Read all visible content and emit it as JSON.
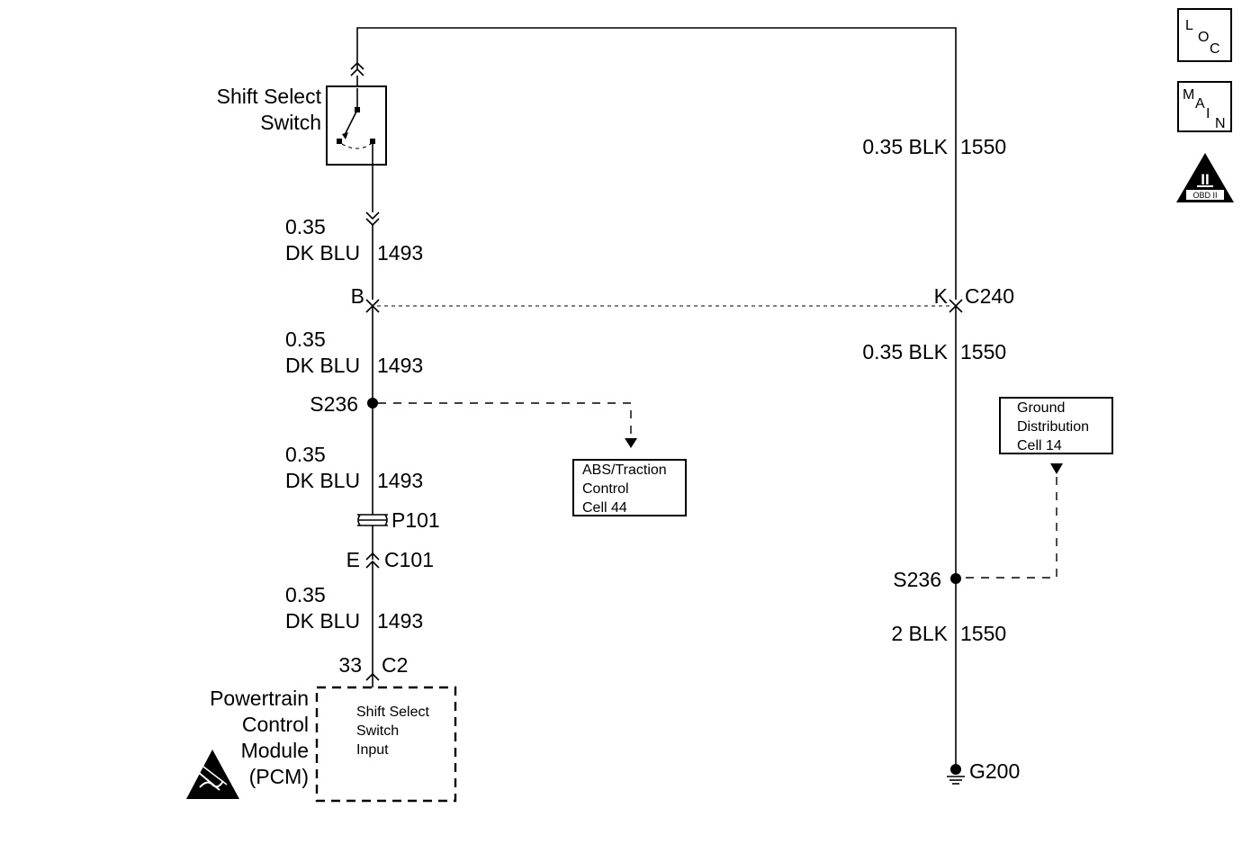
{
  "icons": {
    "loc": [
      "L",
      "O",
      "C"
    ],
    "main": [
      "M",
      "A",
      "I",
      "N"
    ],
    "obd": {
      "roman": "II",
      "label": "OBD II"
    }
  },
  "switch": {
    "name_line1": "Shift Select",
    "name_line2": "Switch"
  },
  "wire_left": {
    "seg1": {
      "gauge": "0.35",
      "color": "DK BLU",
      "circuit": "1493"
    },
    "seg2": {
      "gauge": "0.35",
      "color": "DK BLU",
      "circuit": "1493"
    },
    "seg3": {
      "gauge": "0.35",
      "color": "DK BLU",
      "circuit": "1493"
    },
    "seg4": {
      "gauge": "0.35",
      "color": "DK BLU",
      "circuit": "1493"
    }
  },
  "wire_right": {
    "seg1": {
      "label": "0.35 BLK",
      "circuit": "1550"
    },
    "seg2": {
      "label": "0.35 BLK",
      "circuit": "1550"
    },
    "seg3": {
      "label": "2 BLK",
      "circuit": "1550"
    }
  },
  "connectors": {
    "c240_left_pin": "B",
    "c240_right_pin": "K",
    "c240_name": "C240",
    "c101_pin": "E",
    "c101_name": "C101",
    "p101_name": "P101",
    "c2_pin": "33",
    "c2_name": "C2"
  },
  "splices": {
    "left": "S236",
    "right": "S236"
  },
  "ground": {
    "name": "G200"
  },
  "refs": {
    "abs": [
      "ABS/Traction",
      "Control",
      "Cell 44"
    ],
    "ground_dist": [
      "Ground",
      "Distribution",
      "Cell 14"
    ]
  },
  "pcm": {
    "name": [
      "Powertrain",
      "Control",
      "Module",
      "(PCM)"
    ],
    "input": [
      "Shift Select",
      "Switch",
      "Input"
    ]
  }
}
